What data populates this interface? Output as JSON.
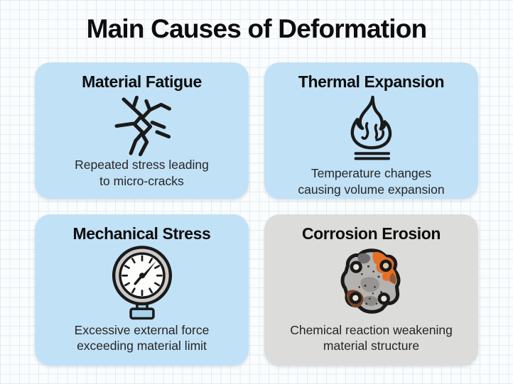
{
  "page": {
    "title": "Main Causes of Deformation"
  },
  "colors": {
    "background": "#fbfcfd",
    "grid_line": "#dfeef3",
    "grid_line_strong": "#d3e6ee",
    "title_text": "#0d0d0d",
    "body_text": "#262626",
    "card_blue": "#c1e1f6",
    "card_gray": "#dcdcda",
    "icon_stroke": "#1a1a1a",
    "rust_orange": "#e56f25",
    "rust_brown": "#7b4526",
    "metal_gray": "#b5b3b0",
    "gauge_rim": "#cccbc9",
    "gauge_face": "#fdfdfc",
    "gauge_base_blue": "#a6d2ec"
  },
  "cards": [
    {
      "title": "Material Fatigue",
      "icon": "crack-icon",
      "description": "Repeated stress leading\nto micro-cracks"
    },
    {
      "title": "Thermal Expansion",
      "icon": "flame-icon",
      "description": "Temperature changes\ncausing volume expansion"
    },
    {
      "title": "Mechanical Stress",
      "icon": "pressure-gauge-icon",
      "description": "Excessive external force\nexceeding material limit"
    },
    {
      "title": "Corrosion Erosion",
      "icon": "corroded-metal-icon",
      "description": "Chemical reaction weakening\nmaterial structure"
    }
  ]
}
